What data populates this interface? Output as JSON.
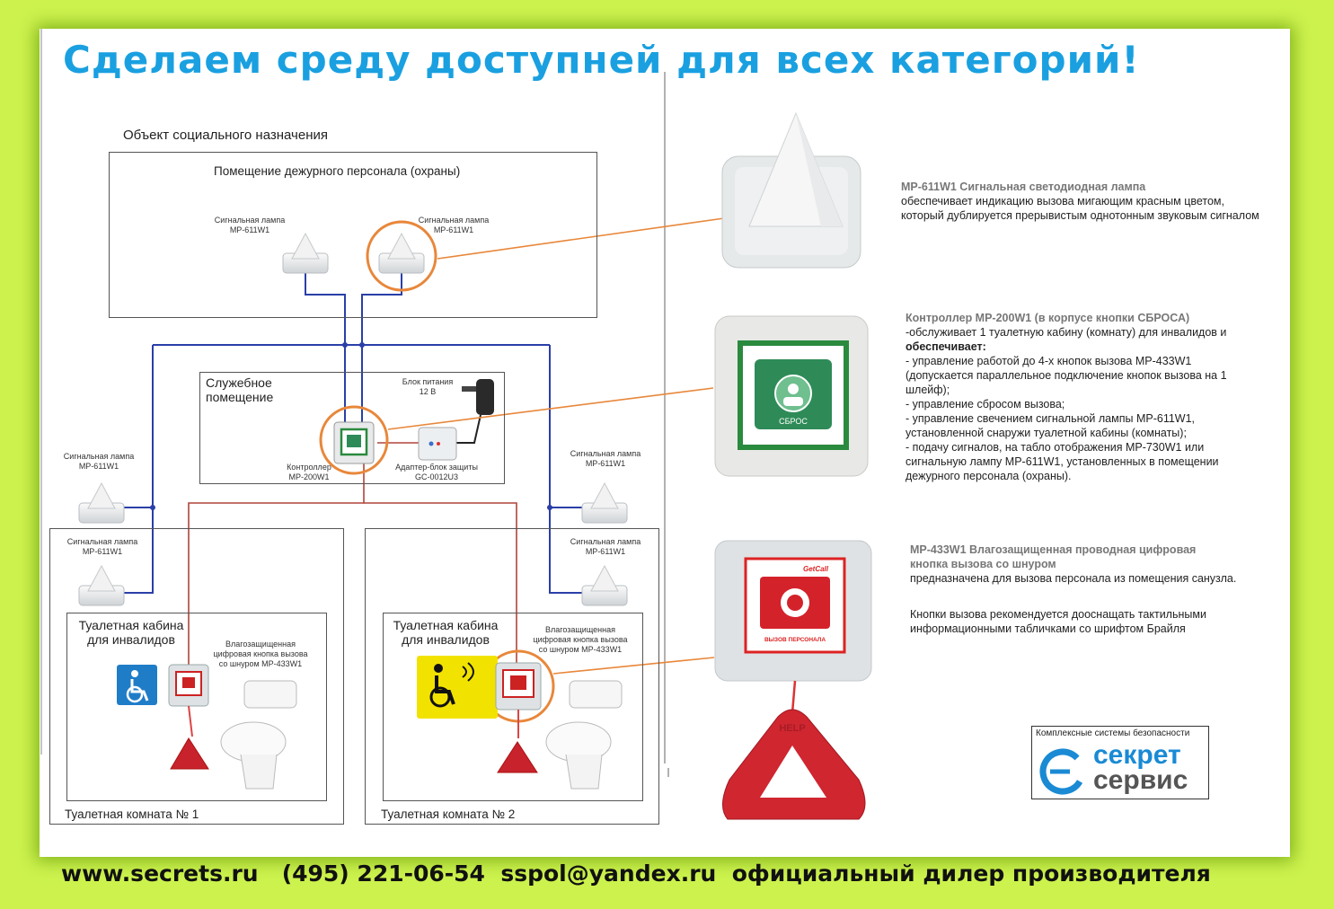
{
  "title": "Сделаем среду доступней для всех категорий!",
  "diagram": {
    "facility_label": "Объект социального назначения",
    "staff_room_label": "Помещение дежурного персонала (охраны)",
    "lamp_label_1": "Сигнальная лампа",
    "lamp_label_2": "MP-611W1",
    "service_room_label_1": "Служебное",
    "service_room_label_2": "помещение",
    "psu_label_1": "Блок питания",
    "psu_label_2": "12 В",
    "controller_label_1": "Контроллер",
    "controller_label_2": "MP-200W1",
    "adapter_label_1": "Адаптер-блок защиты",
    "adapter_label_2": "GC-0012U3",
    "cabin_label_1": "Туалетная кабина",
    "cabin_label_2": "для инвалидов",
    "button_label_1": "Влагозащищенная",
    "button_label_2": "цифровая кнопка вызова",
    "button_label_3": "со шнуром MP-433W1",
    "button_label_alt_2": "цифровая кнопка вызова",
    "button_label_alt_3": "со шнуром MP-433W1",
    "room1_label": "Туалетная комната № 1",
    "room2_label": "Туалетная комната № 2"
  },
  "products": {
    "lamp": {
      "heading": "MP-611W1 Сигнальная светодиодная лампа",
      "lines": [
        "обеспечивает индикацию вызова мигающим красным цветом,",
        "который дублируется прерывистым однотонным звуковым сигналом"
      ]
    },
    "controller": {
      "heading": "Контроллер MP-200W1 (в корпусе кнопки СБРОСА)",
      "intro": "-обслуживает 1 туалетную кабину (комнату) для инвалидов и",
      "bold": "обеспечивает:",
      "lines": [
        "- управление работой до 4-х кнопок вызова MP-433W1",
        "(допускается параллельное подключение кнопок вызова на 1",
        "шлейф);",
        "- управление сбросом вызова;",
        "- управление свечением сигнальной лампы MP-611W1,",
        "установленной снаружи туалетной кабины (комнаты);",
        "- подачу сигналов, на табло отображения MP-730W1 или",
        "сигнальную лампу MP-611W1, установленных в помещении",
        "дежурного персонала (охраны)."
      ],
      "device_text": "СБРОС"
    },
    "button": {
      "heading_1": "MP-433W1 Влагозащищенная проводная цифровая",
      "heading_2": "кнопка вызова  со шнуром",
      "line": "предназначена для вызова персонала из помещения санузла.",
      "note_1": "Кнопки вызова рекомендуется дооснащать тактильными",
      "note_2": "информационными табличками со шрифтом Брайля",
      "device_brand": "GetCall",
      "device_text": "ВЫЗОВ ПЕРСОНАЛА",
      "pendant_text": "HELP"
    }
  },
  "logo": {
    "caption": "Комплексные системы безопасности",
    "word1": "секрет",
    "word2": "сервис"
  },
  "footer": "www.secrets.ru   (495) 221-06-54  sspol@yandex.ru  официальный дилер производителя",
  "colors": {
    "background": "#cdf24e",
    "title": "#1aa0e0",
    "highlight": "#e8873a",
    "wire_blue": "#2a3fa8",
    "wire_red": "#b0443a",
    "logo_blue": "#1a8ad4"
  }
}
